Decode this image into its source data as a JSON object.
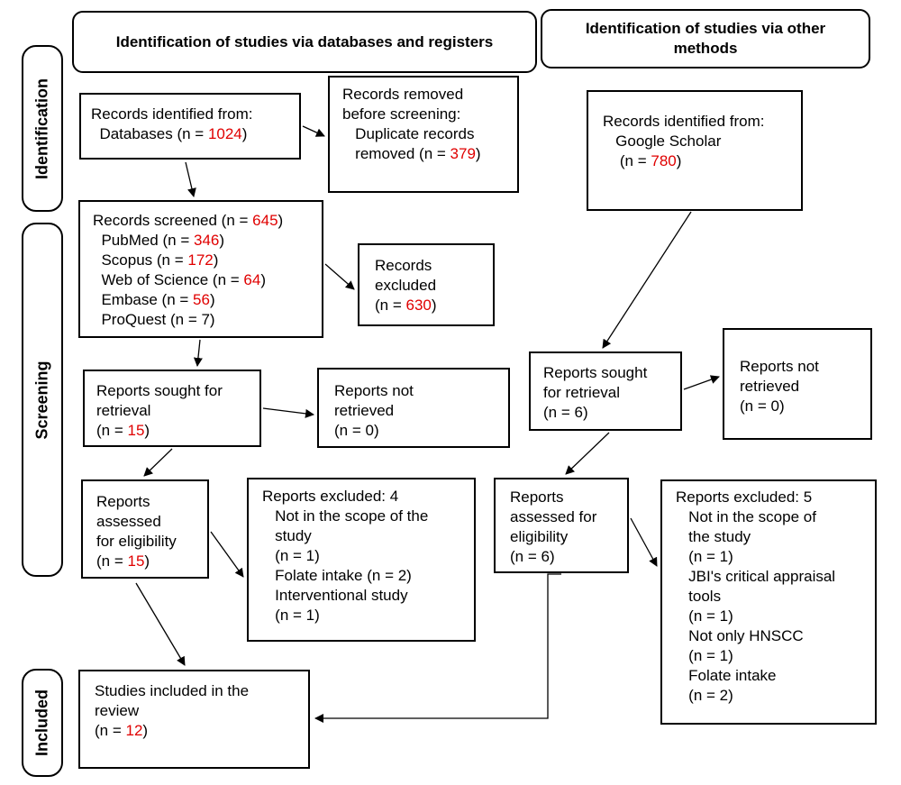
{
  "headers": {
    "databases": "Identification of studies via databases and registers",
    "other": "Identification of studies via other methods"
  },
  "phases": {
    "identification": "Identification",
    "screening": "Screening",
    "included": "Included"
  },
  "db": {
    "records_identified": {
      "line1": "Records identified from:",
      "line2_pre": "  Databases (n = ",
      "line2_num": "1024",
      "line2_post": ")"
    },
    "records_removed": {
      "line1": "Records removed",
      "line2": "before screening:",
      "line3": "   Duplicate records",
      "line4_pre": "   removed (n = ",
      "line4_num": "379",
      "line4_post": ")"
    },
    "records_screened": {
      "line1_pre": "Records screened (n = ",
      "line1_num": "645",
      "line1_post": ")",
      "items": [
        {
          "pre": "  PubMed (n = ",
          "num": "346",
          "post": ")",
          "num_red": true
        },
        {
          "pre": "  Scopus (n = ",
          "num": "172",
          "post": ")",
          "num_red": true
        },
        {
          "pre": "  Web of Science (n = ",
          "num": "64",
          "post": ")",
          "num_red": true
        },
        {
          "pre": "  Embase (n = ",
          "num": "56",
          "post": ")",
          "num_red": true
        },
        {
          "pre": "  ProQuest (n = 7)",
          "num": "",
          "post": "",
          "num_red": false
        }
      ]
    },
    "records_excluded": {
      "line1": "Records",
      "line2": "excluded",
      "line3_pre": "(n = ",
      "line3_num": "630",
      "line3_post": ")"
    },
    "sought": {
      "line1": "Reports sought for",
      "line2": "retrieval",
      "line3_pre": "(n = ",
      "line3_num": "15",
      "line3_post": ")"
    },
    "not_retrieved": {
      "line1": "Reports not",
      "line2": "retrieved",
      "line3": "(n = 0)"
    },
    "assessed": {
      "line1": "Reports",
      "line2": "assessed",
      "line3": "for eligibility",
      "line4_pre": "(n = ",
      "line4_num": "15",
      "line4_post": ")"
    },
    "excluded": {
      "title": "Reports excluded: 4",
      "lines": [
        "   Not in the scope of the",
        "   study",
        "   (n = 1)",
        "   Folate intake (n = 2)",
        "   Interventional study",
        "   (n = 1)"
      ]
    },
    "included": {
      "line1": "Studies included in the",
      "line2": "review",
      "line3_pre": "(n = ",
      "line3_num": "12",
      "line3_post": ")"
    }
  },
  "other": {
    "records_identified": {
      "line1": "Records identified from:",
      "line2": "   Google Scholar",
      "line3_pre": "    (n = ",
      "line3_num": "780",
      "line3_post": ")"
    },
    "sought": {
      "line1": "Reports sought",
      "line2": "for retrieval",
      "line3": "(n = 6)"
    },
    "not_retrieved": {
      "line1": "Reports not",
      "line2": "retrieved",
      "line3": "(n = 0)"
    },
    "assessed": {
      "line1": "Reports",
      "line2": "assessed for",
      "line3": "eligibility",
      "line4": "(n = 6)"
    },
    "excluded": {
      "title": "Reports excluded: 5",
      "lines": [
        "   Not in the scope of",
        "   the study",
        "   (n = 1)",
        "   JBI's critical appraisal",
        "   tools",
        "   (n = 1)",
        "   Not only HNSCC",
        "   (n = 1)",
        "   Folate intake",
        "   (n = 2)"
      ]
    }
  },
  "colors": {
    "highlight": "#e00000",
    "stroke": "#000000"
  }
}
